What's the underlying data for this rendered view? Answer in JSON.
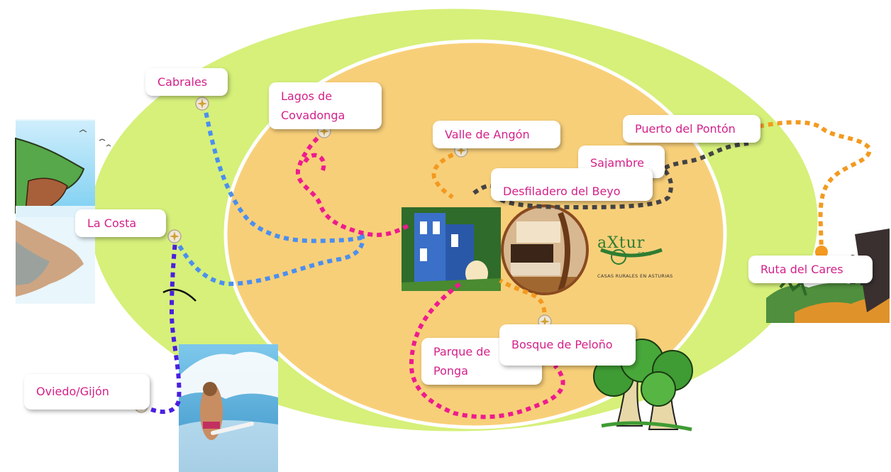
{
  "colors": {
    "outer_ring": "#d6f07a",
    "inner_field": "#f8cf79",
    "label_text": "#d4218a",
    "route_blue": "#4b8ff0",
    "route_magenta": "#ee1b8e",
    "route_orange": "#f39a20",
    "route_dark": "#444444",
    "route_violet": "#4a1fe0"
  },
  "locations": [
    {
      "id": "cabrales",
      "label": "Cabrales"
    },
    {
      "id": "lagos",
      "label": "Lagos de\nCovadonga"
    },
    {
      "id": "angon",
      "label": "Valle de Angón"
    },
    {
      "id": "ponton",
      "label": "Puerto del Pontón"
    },
    {
      "id": "sajambre",
      "label": "Sajambre"
    },
    {
      "id": "beyo",
      "label": "Desfiladero del Beyo"
    },
    {
      "id": "costa",
      "label": "La Costa"
    },
    {
      "id": "cares",
      "label": "Ruta del Cares"
    },
    {
      "id": "oviedo",
      "label": "Oviedo/Gijón"
    },
    {
      "id": "pelono",
      "label": "Bosque de Peloño"
    },
    {
      "id": "ponga",
      "label": "Parque de\nPonga"
    }
  ],
  "logo": {
    "brand": "aXtur",
    "domain": ".com",
    "tagline": "CASAS RURALES EN ASTURIAS"
  },
  "icons": [
    "compass-icon",
    "forest-trees",
    "coast-picture",
    "surfer-photo",
    "hikers-picture",
    "house-photo",
    "room-photo"
  ]
}
